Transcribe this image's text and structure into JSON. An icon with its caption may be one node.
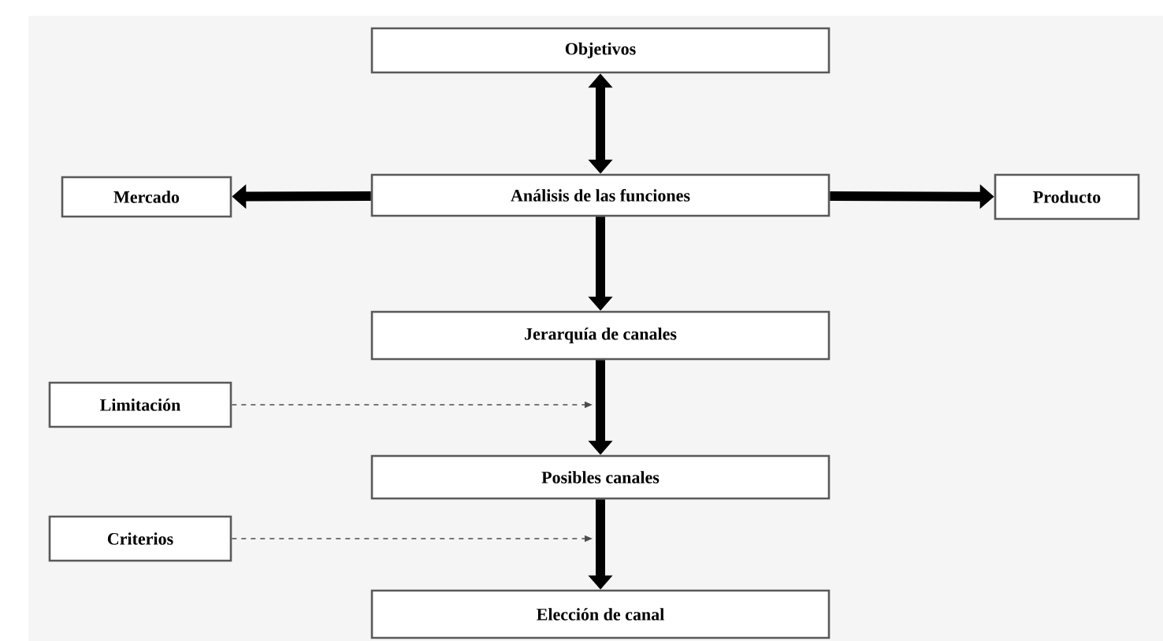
{
  "diagram": {
    "nodes": [
      {
        "text": [
          "Objetivos"
        ]
      },
      {
        "text": [
          "Análisis de las funciones"
        ]
      },
      {
        "text": [
          "Mercado"
        ]
      },
      {
        "text": [
          "Producto"
        ]
      },
      {
        "text": [
          "Jerarquía de canales"
        ]
      },
      {
        "text": [
          "Limitación"
        ]
      },
      {
        "text": [
          "Posibles canales"
        ]
      },
      {
        "text": [
          "Criterios"
        ]
      },
      {
        "text": [
          "Elección de canal"
        ]
      }
    ],
    "edges": [
      {
        "from": 0,
        "to": 1,
        "arrow": "both"
      },
      {
        "from": 1,
        "to": 2,
        "arrow": "to"
      },
      {
        "from": 1,
        "to": 3,
        "arrow": "to"
      },
      {
        "from": 1,
        "to": 4,
        "arrow": "to"
      },
      {
        "from": 4,
        "to": 6,
        "arrow": "to"
      },
      {
        "from": 6,
        "to": 8,
        "arrow": "to"
      },
      {
        "from": 5,
        "to": null,
        "arrow": "to",
        "style": "dashed"
      },
      {
        "from": 7,
        "to": null,
        "arrow": "to",
        "style": "dashed"
      }
    ]
  }
}
